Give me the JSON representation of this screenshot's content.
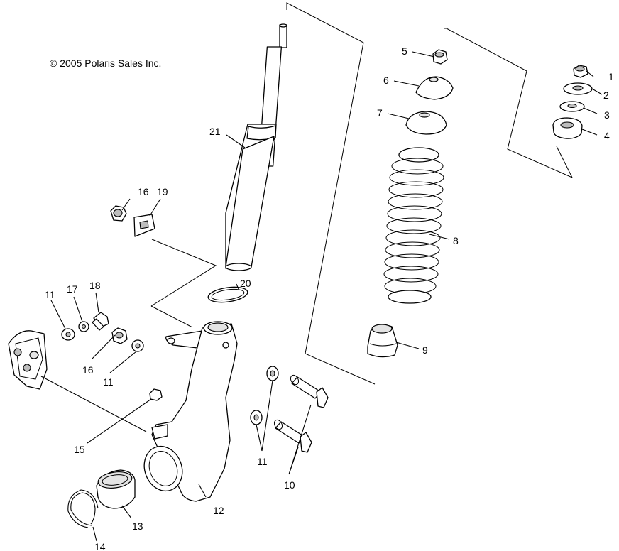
{
  "copyright": "© 2005 Polaris Sales Inc.",
  "callouts": {
    "c1": "1",
    "c2": "2",
    "c3": "3",
    "c4": "4",
    "c5": "5",
    "c6": "6",
    "c7": "7",
    "c8": "8",
    "c9": "9",
    "c10": "10",
    "c11a": "11",
    "c11b": "11",
    "c11c": "11",
    "c12": "12",
    "c13": "13",
    "c14": "14",
    "c15": "15",
    "c16a": "16",
    "c16b": "16",
    "c17": "17",
    "c18": "18",
    "c19": "19",
    "c20": "20",
    "c21": "21"
  }
}
